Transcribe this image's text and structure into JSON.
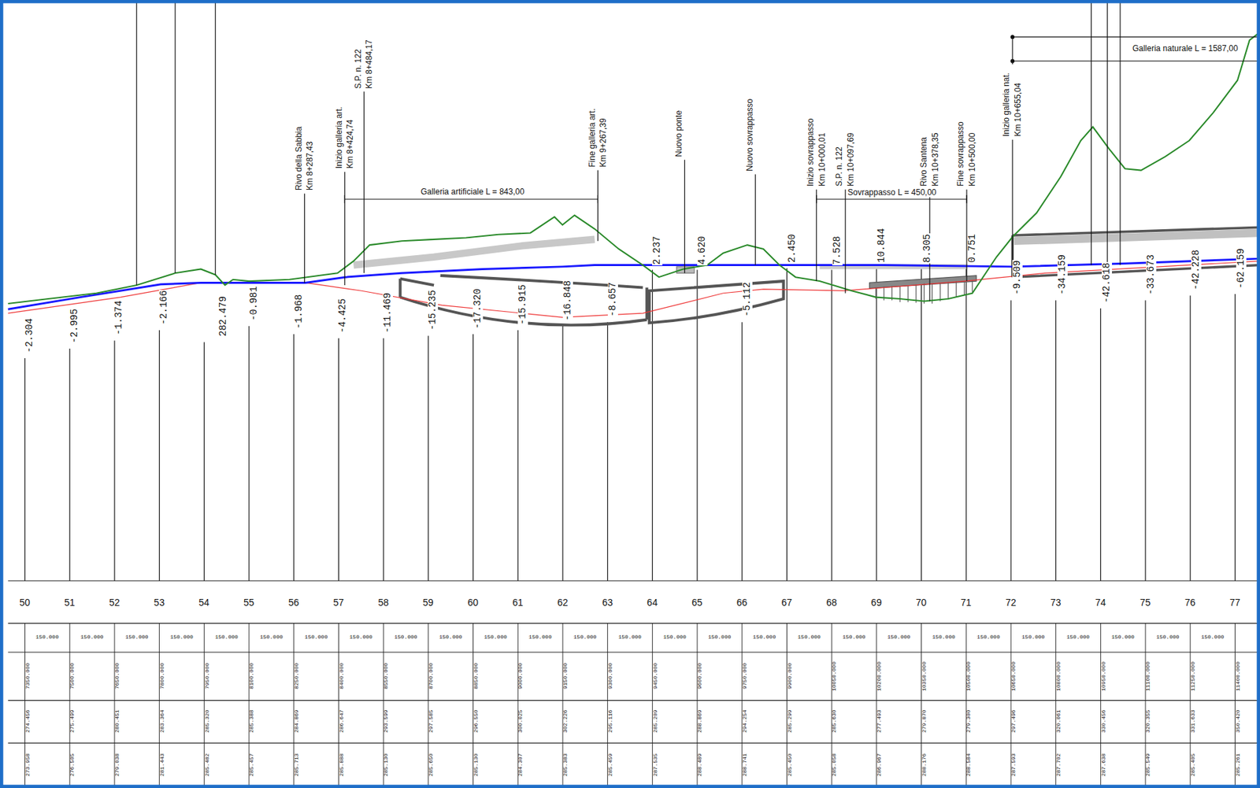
{
  "diagram": {
    "labels": [
      "Rivo della Sabbia",
      "Km 8+287,43",
      "Inizio galleria art.",
      "Km 8+424,74",
      "S.P. n. 122",
      "Km 8+484,17",
      "Galleria artificiale L = 843,00",
      "Fine galleria art.",
      "Km 9+267,39",
      "Nuovo ponte",
      "Nuovo sovrappasso",
      "Inizio sovrappasso",
      "Km 10+000,01",
      "S.P. n. 122",
      "Km 10+097,69",
      "Sovrappasso L = 450,00",
      "Rivo Santena",
      "Km 10+378,35",
      "Fine sovrappasso",
      "Km 10+500,00",
      "Inizio galleria nat.",
      "Km 10+655,04",
      "Galleria naturale L = 1587,00",
      "-2.304",
      "-2.995",
      "-1.374",
      "-2.166",
      "282.479",
      "-0.981",
      "-1.968",
      "-4.425",
      "-11.469",
      "-15.235",
      "-17.320",
      "-15.915",
      "-16.848",
      "-8.657",
      "2.237",
      "4.620",
      "-5.112",
      "2.450",
      "7.528",
      "10.844",
      "8.305",
      "0.751",
      "-9.509",
      "-34.159",
      "-42.618",
      "-33.673",
      "-42.228",
      "-62.159",
      "50",
      "51",
      "52",
      "53",
      "54",
      "55",
      "56",
      "57",
      "58",
      "59",
      "60",
      "61",
      "62",
      "63",
      "64",
      "65",
      "66",
      "67",
      "68",
      "69",
      "70",
      "71",
      "72",
      "73",
      "74",
      "75",
      "76",
      "77",
      "150.000",
      "150.000",
      "150.000",
      "150.000",
      "150.000",
      "150.000",
      "150.000",
      "150.000",
      "150.000",
      "150.000",
      "150.000",
      "150.000",
      "150.000",
      "150.000",
      "150.000",
      "150.000",
      "150.000",
      "150.000",
      "150.000",
      "150.000",
      "150.000",
      "150.000",
      "150.000",
      "150.000",
      "150.000",
      "150.000",
      "150.000",
      "7350.000",
      "7500.000",
      "7650.000",
      "7800.000",
      "7950.000",
      "8100.000",
      "8250.000",
      "8400.000",
      "8550.000",
      "8700.000",
      "8850.000",
      "9000.000",
      "9150.000",
      "9300.000",
      "9450.000",
      "9600.000",
      "9750.000",
      "9900.000",
      "10050.000",
      "10200.000",
      "10350.000",
      "10500.000",
      "10650.000",
      "10800.000",
      "10950.000",
      "11100.000",
      "11250.000",
      "11400.000",
      "274.456",
      "275.499",
      "280.451",
      "283.364",
      "285.320",
      "285.388",
      "284.869",
      "286.647",
      "293.599",
      "297.585",
      "296.550",
      "300.025",
      "302.226",
      "295.116",
      "285.209",
      "288.869",
      "294.254",
      "285.299",
      "285.630",
      "277.493",
      "279.870",
      "279.300",
      "297.496",
      "320.061",
      "330.456",
      "320.355",
      "331.633",
      "350.420",
      "273.958",
      "276.505",
      "279.038",
      "281.443",
      "285.482",
      "285.457",
      "285.713",
      "285.888",
      "285.130",
      "285.650",
      "285.130",
      "284.307",
      "285.383",
      "285.459",
      "287.535",
      "288.489",
      "288.741",
      "285.450",
      "285.058",
      "286.967",
      "288.176",
      "288.584",
      "287.593",
      "287.702",
      "287.638",
      "285.549",
      "285.405",
      "285.261"
    ]
  }
}
